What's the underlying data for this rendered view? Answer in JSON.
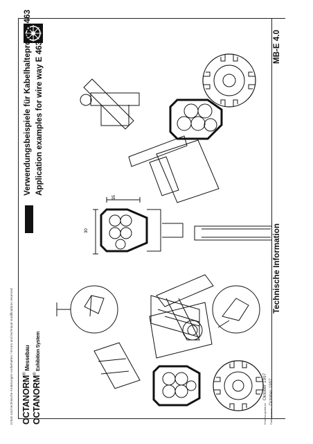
{
  "footer_note": "Irrtum und technische Änderungen vorbehalten / Errors and technical modifications reserved",
  "brand": {
    "line1_name": "OCTANORM",
    "line1_reg": "®",
    "line1_sub": " Messebau",
    "line2_name": "OCTANORM",
    "line2_reg": "®",
    "line2_sub": " Exhibition System"
  },
  "dates": {
    "label1": "Erstellungsdatum",
    "value1": "Oktober 1997",
    "label2": "Date of issue",
    "value2": "October 1997"
  },
  "title": {
    "german": "Verwendungsbeispiele für Kabelhalteprofil E 463",
    "english": "Application examples for wire way E 463"
  },
  "section_title": "Technische Information",
  "doc_code": "MB-E 4.0",
  "dimensions": {
    "width": "35",
    "height": "30"
  }
}
